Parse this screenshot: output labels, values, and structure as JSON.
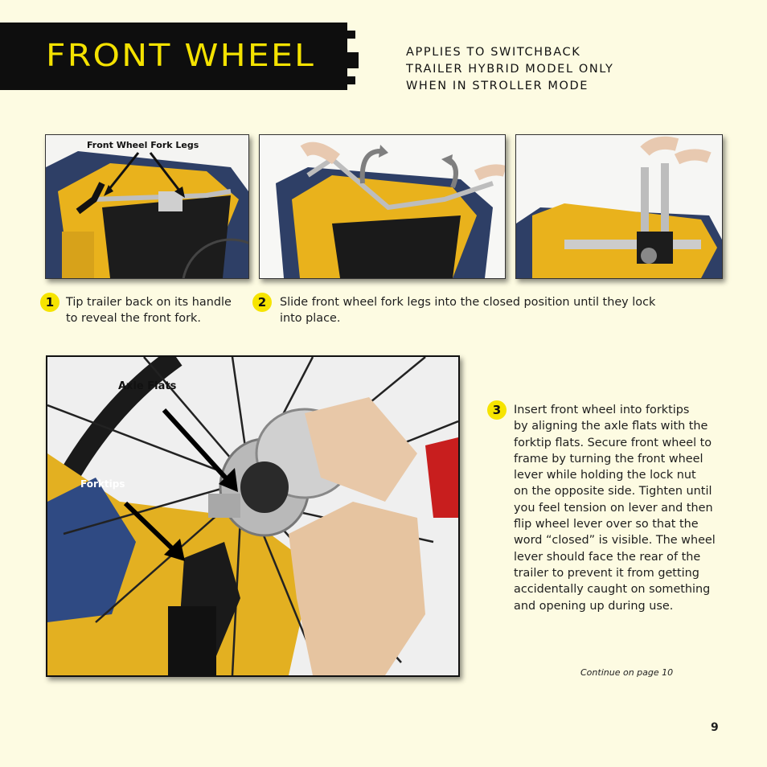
{
  "header": {
    "title": "FRONT WHEEL",
    "subtitle_lines": [
      "APPLIES TO SWITCHBACK",
      "TRAILER HYBRID MODEL ONLY",
      "WHEN IN STROLLER MODE"
    ]
  },
  "photos": {
    "photo1_label": "Front Wheel Fork Legs",
    "photo4_label_axle": "Axle Flats",
    "photo4_label_fork": "Forktips"
  },
  "steps": [
    {
      "number": "1",
      "lines": [
        "Tip trailer back on its handle",
        "to reveal the front fork."
      ]
    },
    {
      "number": "2",
      "lines": [
        "Slide front wheel fork legs into the closed position until they lock",
        "into place."
      ]
    },
    {
      "number": "3",
      "lines": [
        "Insert front wheel into forktips",
        "by aligning the axle flats with the",
        "forktip flats.  Secure front wheel to",
        "frame by turning the front wheel",
        "lever while holding the lock nut",
        "on the opposite side. Tighten until",
        "you feel tension on lever and then",
        "flip wheel lever over so that the",
        "word “closed” is visible. The wheel",
        "lever should face the rear of the",
        "trailer to prevent it from getting",
        "accidentally caught on something",
        "and opening up during use."
      ]
    }
  ],
  "footer": {
    "continue": "Continue on page 10",
    "page_number": "9"
  },
  "colors": {
    "page_background": "#fdfbe2",
    "title_bar": "#0e0e0e",
    "title_text": "#f4e200",
    "step_badge": "#f6e400"
  }
}
